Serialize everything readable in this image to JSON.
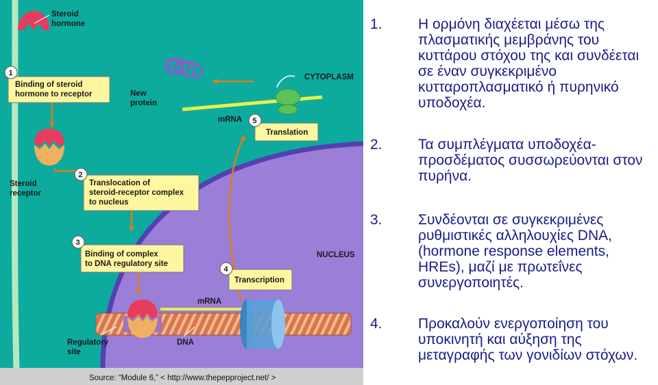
{
  "diagram": {
    "labels": {
      "steroid_hormone": [
        "Steroid",
        "hormone"
      ],
      "new_protein": [
        "New",
        "protein"
      ],
      "cytoplasm": "CYTOPLASM",
      "mrna_top": "mRNA",
      "steroid_receptor": [
        "Steroid",
        "receptor"
      ],
      "nucleus": "NUCLEUS",
      "mrna_bottom": "mRNA",
      "regulatory_site": [
        "Regulatory",
        "site"
      ],
      "dna": "DNA"
    },
    "steps": [
      {
        "number": "1",
        "lines": [
          "Binding of steroid",
          "hormone to receptor"
        ]
      },
      {
        "number": "2",
        "lines": [
          "Translocation of",
          "steroid-receptor complex",
          "to nucleus"
        ]
      },
      {
        "number": "3",
        "lines": [
          "Binding of complex",
          "to DNA regulatory site"
        ]
      },
      {
        "number": "4",
        "lines": [
          "Transcription"
        ]
      },
      {
        "number": "5",
        "lines": [
          "Translation"
        ]
      }
    ],
    "source": "Source: “Module 6,” < http://www.thepepproject.net/ >",
    "colors": {
      "cytoplasm": "#0dab9e",
      "nucleus": "#9a7ed8",
      "membrane": "#5540b0",
      "box_fill": "#fff6a0",
      "arrow": "#e07c1a",
      "hormone": "#e83c5c",
      "receptor": "#f0b060",
      "mrna": "#e6f04a",
      "ribosome": "#5bc25a",
      "dna": "#d87848",
      "rna_polymerase": "#5aa0d8",
      "source_bar": "#cfcfcf"
    }
  },
  "steps_text": [
    {
      "number": "1.",
      "text": "Η ορμόνη διαχέεται μέσω της πλασματικής μεμβράνης του κυττάρου στόχου της και συνδέεται σε έναν συγκεκριμένο κυτταροπλασματικό ή πυρηνικό υποδοχέα."
    },
    {
      "number": "2.",
      "text": "Τα συμπλέγματα υποδοχέα-προσδέματος συσσωρεύονται στον πυρήνα."
    },
    {
      "number": "3.",
      "text": "Συνδέονται σε συγκεκριμένες ρυθμιστικές αλληλουχίες DNA, (hormone response elements, HREs), μαζί με πρωτεΐνες συνεργοποιητές."
    },
    {
      "number": "4.",
      "text": "Προκαλούν ενεργοποίηση του υποκινητή και αύξηση της μεταγραφής των γονιδίων στόχων."
    }
  ]
}
